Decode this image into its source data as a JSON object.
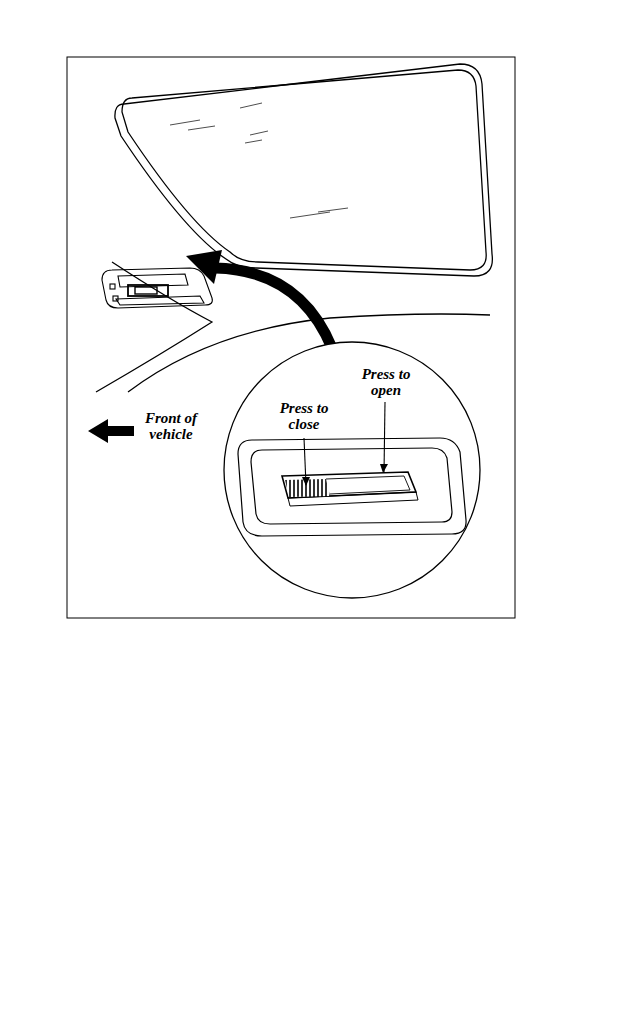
{
  "diagram": {
    "labels": [
      "Press to close",
      "Press to open",
      "Front of vehicle"
    ]
  }
}
